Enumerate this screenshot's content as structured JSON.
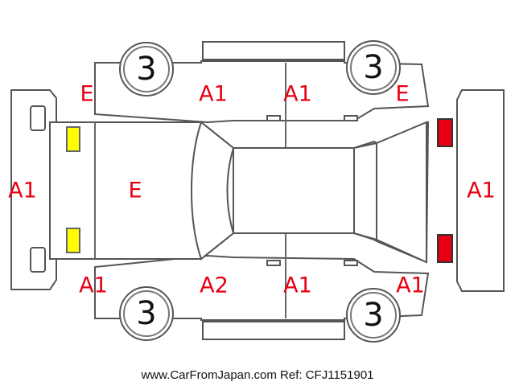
{
  "tire_numbers": {
    "front_left": "3",
    "front_right": "3",
    "rear_left": "3",
    "rear_right": "3"
  },
  "damage_codes": {
    "front_bumper_view": "A1",
    "hood": "E",
    "left_front_fender": "E",
    "left_front_door": "A1",
    "left_rear_door": "A1",
    "left_rear_quarter": "E",
    "right_front_fender": "A1",
    "right_front_door": "A2",
    "right_rear_door": "A1",
    "right_rear_quarter": "A1",
    "rear_bumper_view": "A1"
  },
  "colors": {
    "code_text": "#e60012",
    "headlight_marker": "#ffff00",
    "taillight_marker": "#e60012",
    "outline": "#555555"
  },
  "footer": "www.CarFromJapan.com Ref: CFJ1151901"
}
